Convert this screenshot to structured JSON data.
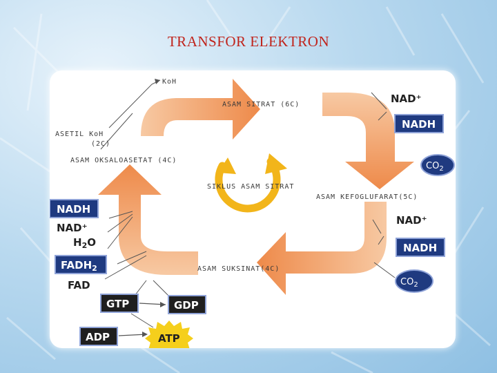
{
  "slide": {
    "title": "TRANSFOR ELEKTRON"
  },
  "diagram": {
    "koh": "KoH",
    "asetil_koh": "ASETIL KoH",
    "asetil_koh_c": "(2C)",
    "asam_sitrat": "ASAM SITRAT (6C)",
    "asam_oksaloasetat": "ASAM OKSALOASETAT (4C)",
    "siklus": "SIKLUS ASAM SITRAT",
    "asam_ketoglutarat": "ASAM KEFOGLUFARAT(5C)",
    "asam_suksinat": "ASAM SUKSINAT(4C)",
    "nad_top": "NAD⁺",
    "nadh_top": "NADH",
    "co2_top": "CO",
    "co2_top_sub": "2",
    "nad_mid": "NAD⁺",
    "nadh_mid": "NADH",
    "co2_mid": "CO",
    "co2_mid_sub": "2",
    "nadh_left": "NADH",
    "nad_left": "NAD⁺",
    "h2o": "H",
    "h2o_sub": "2",
    "h2o_o": "O",
    "fadh2": "FADH",
    "fadh2_sub": "2",
    "fad": "FAD",
    "gtp": "GTP",
    "gdp": "GDP",
    "adp": "ADP",
    "atp": "ATP"
  },
  "colors": {
    "title": "#c0241c",
    "navy_box": "#1f3a80",
    "arrow_orange": "#f0a060",
    "arrow_light": "#f8d3b0",
    "cycle_yellow": "#f2b51a",
    "atp_burst": "#f5cf1c"
  }
}
